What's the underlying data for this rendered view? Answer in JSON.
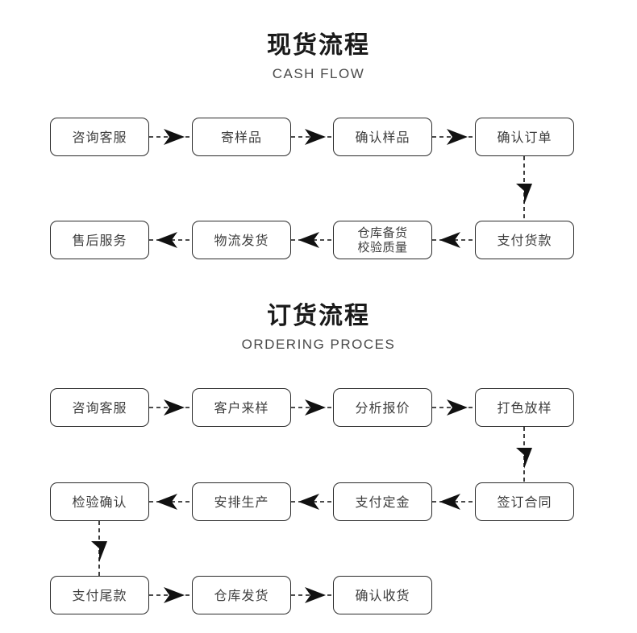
{
  "page": {
    "background": "#ffffff",
    "box_border_color": "#2b2b2b",
    "text_color": "#3d3d3d",
    "connector_color": "#111111"
  },
  "sections": [
    {
      "id": "cash-flow",
      "title_cn": "现货流程",
      "title_en": "CASH FLOW",
      "nodes": [
        {
          "id": "cf-1",
          "label": "咨询客服"
        },
        {
          "id": "cf-2",
          "label": "寄样品"
        },
        {
          "id": "cf-3",
          "label": "确认样品"
        },
        {
          "id": "cf-4",
          "label": "确认订单"
        },
        {
          "id": "cf-5",
          "label": "售后服务"
        },
        {
          "id": "cf-6",
          "label": "物流发货"
        },
        {
          "id": "cf-7",
          "label": "仓库备货\n校验质量"
        },
        {
          "id": "cf-8",
          "label": "支付货款"
        }
      ]
    },
    {
      "id": "ordering-process",
      "title_cn": "订货流程",
      "title_en": "ORDERING PROCES",
      "nodes": [
        {
          "id": "op-1",
          "label": "咨询客服"
        },
        {
          "id": "op-2",
          "label": "客户来样"
        },
        {
          "id": "op-3",
          "label": "分析报价"
        },
        {
          "id": "op-4",
          "label": "打色放样"
        },
        {
          "id": "op-5",
          "label": "检验确认"
        },
        {
          "id": "op-6",
          "label": "安排生产"
        },
        {
          "id": "op-7",
          "label": "支付定金"
        },
        {
          "id": "op-8",
          "label": "签订合同"
        },
        {
          "id": "op-9",
          "label": "支付尾款"
        },
        {
          "id": "op-10",
          "label": "仓库发货"
        },
        {
          "id": "op-11",
          "label": "确认收货"
        }
      ]
    }
  ]
}
